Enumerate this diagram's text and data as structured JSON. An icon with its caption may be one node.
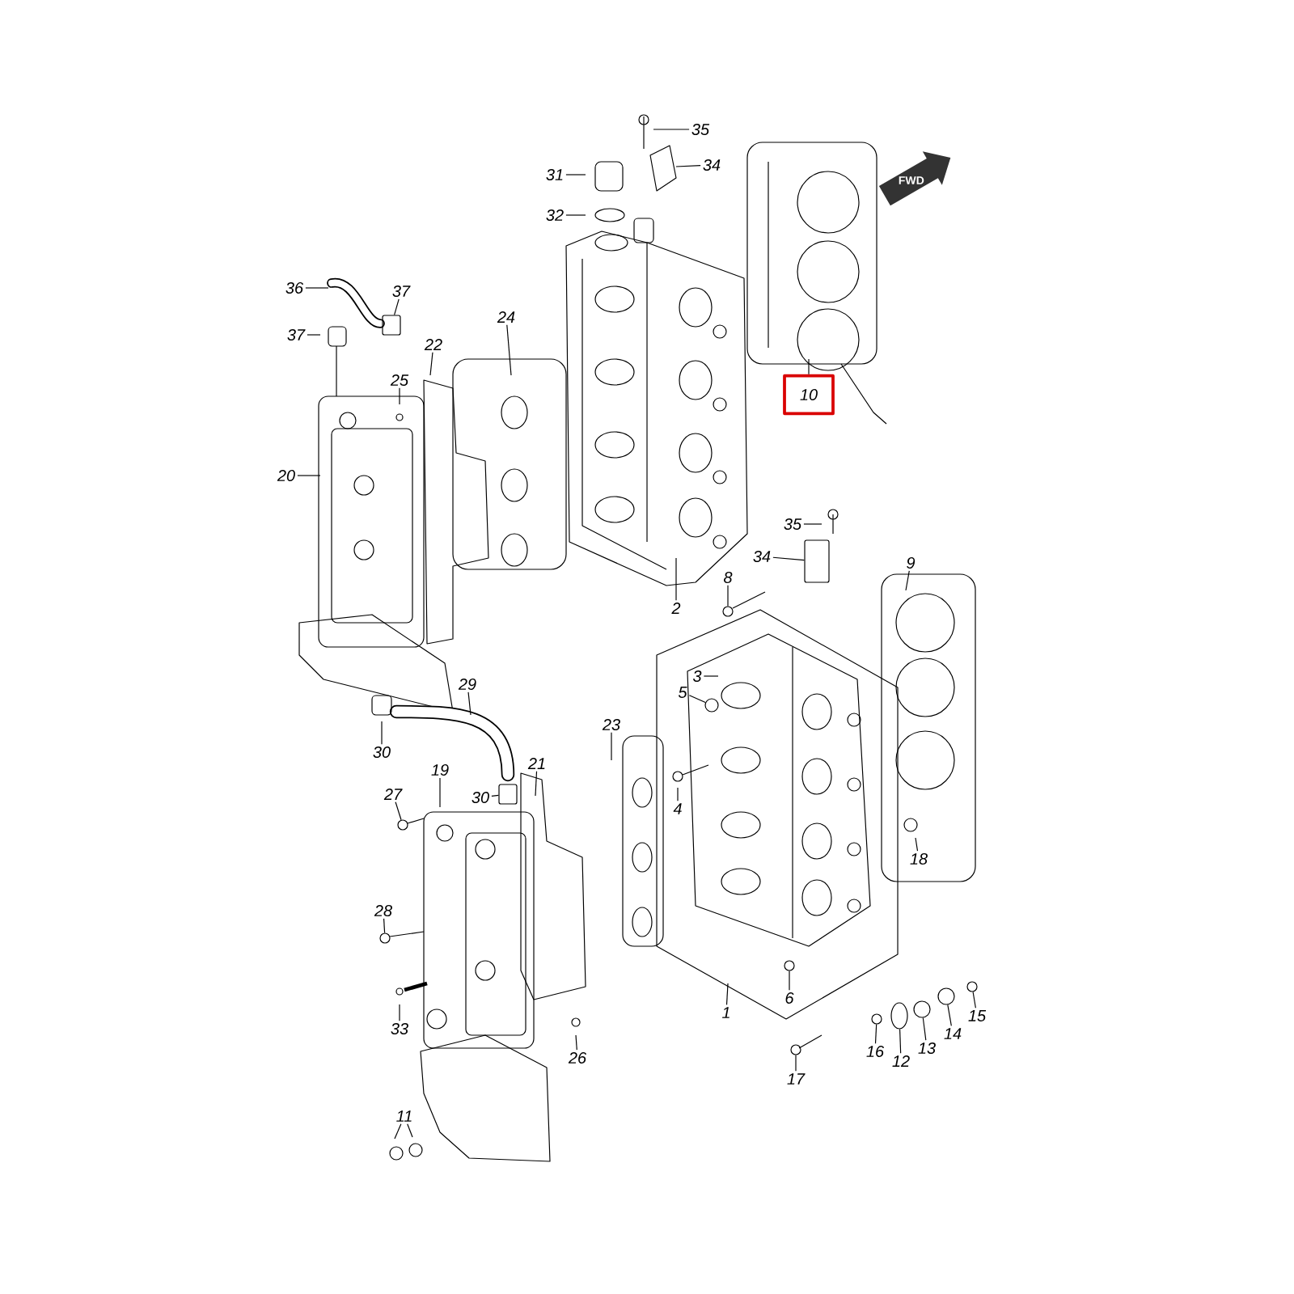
{
  "diagram": {
    "nodes": [
      {
        "text": [
          "35"
        ]
      },
      {
        "text": [
          "31"
        ]
      },
      {
        "text": [
          "34"
        ]
      },
      {
        "text": [
          "32"
        ]
      },
      {
        "text": [
          "36"
        ]
      },
      {
        "text": [
          "37"
        ]
      },
      {
        "text": [
          "24"
        ]
      },
      {
        "text": [
          "37"
        ]
      },
      {
        "text": [
          "22"
        ]
      },
      {
        "text": [
          "25"
        ]
      },
      {
        "text": [
          "10"
        ]
      },
      {
        "text": [
          "20"
        ]
      },
      {
        "text": [
          "35"
        ]
      },
      {
        "text": [
          "34"
        ]
      },
      {
        "text": [
          "9"
        ]
      },
      {
        "text": [
          "8"
        ]
      },
      {
        "text": [
          "2"
        ]
      },
      {
        "text": [
          "3"
        ]
      },
      {
        "text": [
          "5"
        ]
      },
      {
        "text": [
          "29"
        ]
      },
      {
        "text": [
          "23"
        ]
      },
      {
        "text": [
          "30"
        ]
      },
      {
        "text": [
          "21"
        ]
      },
      {
        "text": [
          "19"
        ]
      },
      {
        "text": [
          "30"
        ]
      },
      {
        "text": [
          "27"
        ]
      },
      {
        "text": [
          "4"
        ]
      },
      {
        "text": [
          "18"
        ]
      },
      {
        "text": [
          "28"
        ]
      },
      {
        "text": [
          "1"
        ]
      },
      {
        "text": [
          "6"
        ]
      },
      {
        "text": [
          "15"
        ]
      },
      {
        "text": [
          "14"
        ]
      },
      {
        "text": [
          "33"
        ]
      },
      {
        "text": [
          "13"
        ]
      },
      {
        "text": [
          "16"
        ]
      },
      {
        "text": [
          "12"
        ]
      },
      {
        "text": [
          "26"
        ]
      },
      {
        "text": [
          "17"
        ]
      },
      {
        "text": [
          "11"
        ]
      },
      {
        "text": [],
        "shape": "box"
      },
      {
        "text": [],
        "shape": "box"
      },
      {
        "text": [],
        "shape": "circle"
      },
      {
        "text": [],
        "shape": "circle"
      },
      {
        "text": [],
        "shape": "box"
      },
      {
        "text": [],
        "shape": "circle"
      },
      {
        "text": [],
        "shape": "circle"
      },
      {
        "text": [],
        "shape": "circle"
      },
      {
        "text": [],
        "shape": "circle"
      },
      {
        "text": [],
        "shape": "circle"
      },
      {
        "text": [],
        "shape": "circle"
      },
      {
        "text": [],
        "shape": "circle"
      },
      {
        "text": [],
        "shape": "circle"
      },
      {
        "text": [],
        "shape": "circle"
      }
    ],
    "edges": [
      {
        "from": 0,
        "to": null,
        "arrow": "none"
      },
      {
        "from": 1,
        "to": null,
        "arrow": "none"
      },
      {
        "from": 2,
        "to": null,
        "arrow": "none"
      },
      {
        "from": 3,
        "to": null,
        "arrow": "none"
      },
      {
        "from": 4,
        "to": null,
        "arrow": "none"
      },
      {
        "from": 5,
        "to": 40,
        "arrow": "none"
      },
      {
        "from": 6,
        "to": null,
        "arrow": "none"
      },
      {
        "from": 7,
        "to": null,
        "arrow": "none"
      },
      {
        "from": 8,
        "to": null,
        "arrow": "none"
      },
      {
        "from": 9,
        "to": null,
        "arrow": "none"
      },
      {
        "from": 10,
        "to": null,
        "arrow": "none"
      },
      {
        "from": 11,
        "to": null,
        "arrow": "none"
      },
      {
        "from": 12,
        "to": null,
        "arrow": "none"
      },
      {
        "from": 13,
        "to": 41,
        "arrow": "none"
      },
      {
        "from": 14,
        "to": null,
        "arrow": "none"
      },
      {
        "from": 15,
        "to": 42,
        "arrow": "none"
      },
      {
        "from": 16,
        "to": null,
        "arrow": "none"
      },
      {
        "from": 17,
        "to": null,
        "arrow": "none"
      },
      {
        "from": 18,
        "to": 43,
        "arrow": "none"
      },
      {
        "from": 19,
        "to": null,
        "arrow": "none"
      },
      {
        "from": 20,
        "to": null,
        "arrow": "none"
      },
      {
        "from": 21,
        "to": null,
        "arrow": "none"
      },
      {
        "from": 22,
        "to": null,
        "arrow": "none"
      },
      {
        "from": 23,
        "to": null,
        "arrow": "none"
      },
      {
        "from": 24,
        "to": 44,
        "arrow": "none"
      },
      {
        "from": 25,
        "to": 45,
        "arrow": "none"
      },
      {
        "from": 26,
        "to": null,
        "arrow": "none"
      },
      {
        "from": 27,
        "to": null,
        "arrow": "none"
      },
      {
        "from": 28,
        "to": 46,
        "arrow": "none"
      },
      {
        "from": 29,
        "to": null,
        "arrow": "none"
      },
      {
        "from": 30,
        "to": 47,
        "arrow": "none"
      },
      {
        "from": 31,
        "to": 48,
        "arrow": "none"
      },
      {
        "from": 32,
        "to": 49,
        "arrow": "none"
      },
      {
        "from": 33,
        "to": null,
        "arrow": "none"
      },
      {
        "from": 34,
        "to": 50,
        "arrow": "none"
      },
      {
        "from": 35,
        "to": 51,
        "arrow": "none"
      },
      {
        "from": 36,
        "to": 52,
        "arrow": "none"
      },
      {
        "from": 37,
        "to": null,
        "arrow": "none"
      },
      {
        "from": 38,
        "to": 53,
        "arrow": "none"
      },
      {
        "from": 39,
        "to": null,
        "arrow": "none"
      },
      {
        "from": 39,
        "to": null,
        "arrow": "none"
      }
    ],
    "labels": [
      "FWD"
    ]
  }
}
